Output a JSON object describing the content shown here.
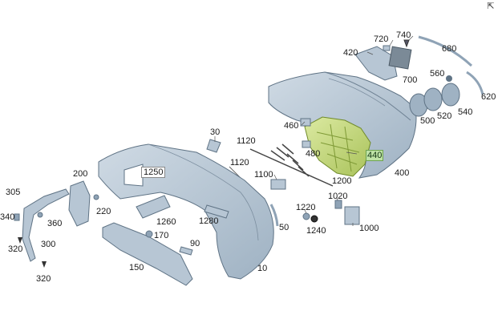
{
  "labels": {
    "l10": "10",
    "l30": "30",
    "l50": "50",
    "l90": "90",
    "l150": "150",
    "l170": "170",
    "l200": "200",
    "l220": "220",
    "l300": "300",
    "l305": "305",
    "l320a": "320",
    "l320b": "320",
    "l340": "340",
    "l360": "360",
    "l400": "400",
    "l420": "420",
    "l440": "440",
    "l460": "460",
    "l480": "480",
    "l500": "500",
    "l520": "520",
    "l540": "540",
    "l560": "560",
    "l620": "620",
    "l680": "680",
    "l700": "700",
    "l720": "720",
    "l740": "740",
    "l1000": "1000",
    "l1020": "1020",
    "l1100": "1100",
    "l1120a": "1120",
    "l1120b": "1120",
    "l1200": "1200",
    "l1220": "1220",
    "l1240": "1240",
    "l1250": "1250",
    "l1260": "1260",
    "l1280": "1280"
  },
  "colors": {
    "part_fill": "#b7c6d4",
    "part_fill_dark": "#8fa3b6",
    "part_stroke": "#5f7385",
    "highlight_fill": "#c8dd8a",
    "highlight_stroke": "#6f8a2a",
    "leader": "#555555"
  },
  "icons": {
    "expand": "expand-icon"
  }
}
